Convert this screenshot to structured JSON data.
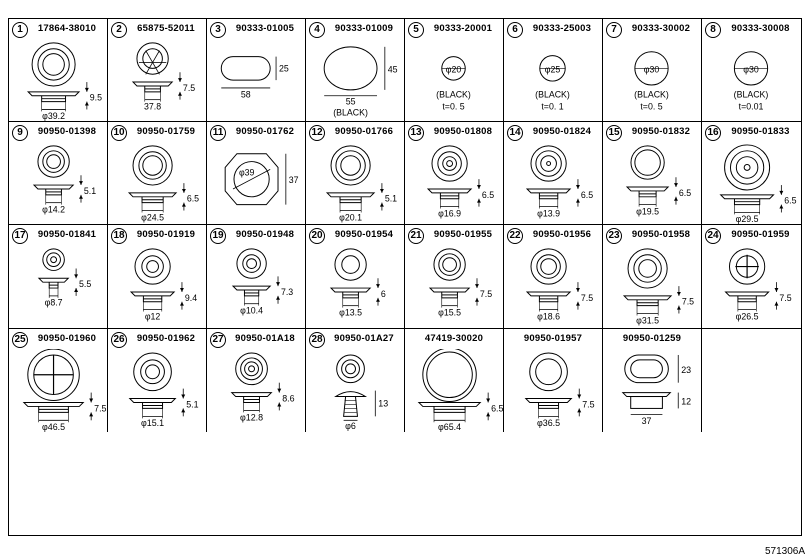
{
  "figure_code": "571306A",
  "parts": [
    {
      "num": "1",
      "part_no": "17864-38010",
      "dims": [
        "9.5",
        "φ39.2"
      ]
    },
    {
      "num": "2",
      "part_no": "65875-52011",
      "dims": [
        "7.5",
        "37.8"
      ]
    },
    {
      "num": "3",
      "part_no": "90333-01005",
      "dims": [
        "25",
        "58"
      ]
    },
    {
      "num": "4",
      "part_no": "90333-01009",
      "dims": [
        "45",
        "55"
      ],
      "notes": [
        "(BLACK)"
      ]
    },
    {
      "num": "5",
      "part_no": "90333-20001",
      "dims": [
        "φ20"
      ],
      "notes": [
        "(BLACK)",
        "t=0. 5"
      ]
    },
    {
      "num": "6",
      "part_no": "90333-25003",
      "dims": [
        "φ25"
      ],
      "notes": [
        "(BLACK)",
        "t=0. 1"
      ]
    },
    {
      "num": "7",
      "part_no": "90333-30002",
      "dims": [
        "φ30"
      ],
      "notes": [
        "(BLACK)",
        "t=0. 5"
      ]
    },
    {
      "num": "8",
      "part_no": "90333-30008",
      "dims": [
        "φ30"
      ],
      "notes": [
        "(BLACK)",
        "t=0.01"
      ]
    },
    {
      "num": "9",
      "part_no": "90950-01398",
      "dims": [
        "5.1",
        "φ14.2"
      ]
    },
    {
      "num": "10",
      "part_no": "90950-01759",
      "dims": [
        "6.5",
        "φ24.5"
      ]
    },
    {
      "num": "11",
      "part_no": "90950-01762",
      "dims": [
        "φ39",
        "37"
      ]
    },
    {
      "num": "12",
      "part_no": "90950-01766",
      "dims": [
        "5.1",
        "φ20.1"
      ]
    },
    {
      "num": "13",
      "part_no": "90950-01808",
      "dims": [
        "6.5",
        "φ16.9"
      ]
    },
    {
      "num": "14",
      "part_no": "90950-01824",
      "dims": [
        "6.5",
        "φ13.9"
      ]
    },
    {
      "num": "15",
      "part_no": "90950-01832",
      "dims": [
        "6.5",
        "φ19.5"
      ]
    },
    {
      "num": "16",
      "part_no": "90950-01833",
      "dims": [
        "6.5",
        "φ29.5"
      ]
    },
    {
      "num": "17",
      "part_no": "90950-01841",
      "dims": [
        "5.5",
        "φ8.7"
      ]
    },
    {
      "num": "18",
      "part_no": "90950-01919",
      "dims": [
        "9.4",
        "φ12"
      ]
    },
    {
      "num": "19",
      "part_no": "90950-01948",
      "dims": [
        "7.3",
        "φ10.4"
      ]
    },
    {
      "num": "20",
      "part_no": "90950-01954",
      "dims": [
        "6",
        "φ13.5"
      ]
    },
    {
      "num": "21",
      "part_no": "90950-01955",
      "dims": [
        "7.5",
        "φ15.5"
      ]
    },
    {
      "num": "22",
      "part_no": "90950-01956",
      "dims": [
        "7.5",
        "φ18.6"
      ]
    },
    {
      "num": "23",
      "part_no": "90950-01958",
      "dims": [
        "7.5",
        "φ31.5"
      ]
    },
    {
      "num": "24",
      "part_no": "90950-01959",
      "dims": [
        "7.5",
        "φ26.5"
      ]
    },
    {
      "num": "25",
      "part_no": "90950-01960",
      "dims": [
        "7.5",
        "φ46.5"
      ]
    },
    {
      "num": "26",
      "part_no": "90950-01962",
      "dims": [
        "5.1",
        "φ15.1"
      ]
    },
    {
      "num": "27",
      "part_no": "90950-01A18",
      "dims": [
        "8.6",
        "φ12.8"
      ]
    },
    {
      "num": "28",
      "part_no": "90950-01A27",
      "dims": [
        "13",
        "φ6"
      ]
    },
    {
      "num": "",
      "part_no": "47419-30020",
      "dims": [
        "6.5",
        "φ65.4"
      ]
    },
    {
      "num": "",
      "part_no": "90950-01957",
      "dims": [
        "7.5",
        "φ36.5"
      ]
    },
    {
      "num": "",
      "part_no": "90950-01259",
      "dims": [
        "23",
        "12",
        "37"
      ]
    },
    {
      "num": "",
      "part_no": "",
      "dims": []
    }
  ]
}
